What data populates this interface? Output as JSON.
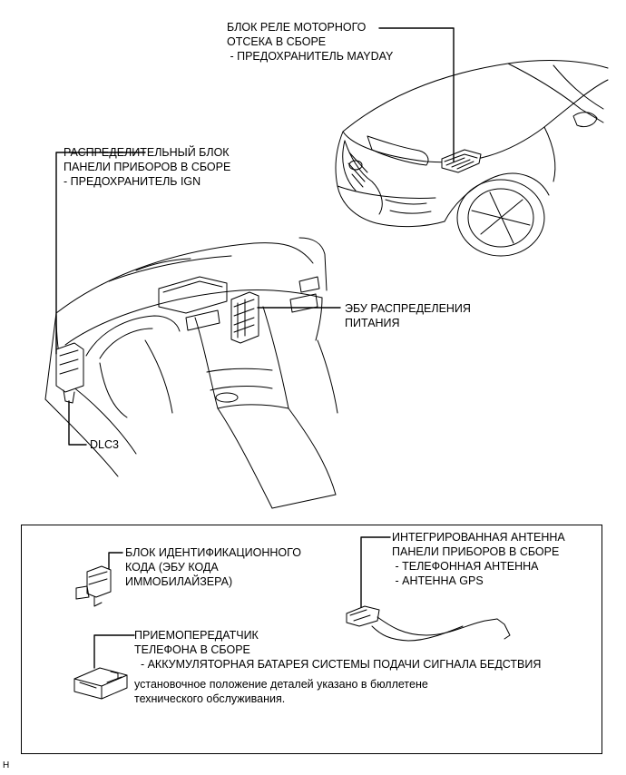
{
  "callouts": {
    "engine_relay_block": {
      "lines": [
        "БЛОК РЕЛЕ МОТОРНОГО",
        "ОТСЕКА В СБОРЕ",
        " - ПРЕДОХРАНИТЕЛЬ MAYDAY"
      ]
    },
    "instrument_junction_block": {
      "lines": [
        "РАСПРЕДЕЛИТЕЛЬНЫЙ БЛОК",
        "ПАНЕЛИ ПРИБОРОВ В СБОРЕ",
        "- ПРЕДОХРАНИТЕЛЬ IGN"
      ]
    },
    "power_distribution_ecu": {
      "lines": [
        "ЭБУ РАСПРЕДЕЛЕНИЯ",
        "ПИТАНИЯ"
      ]
    },
    "dlc3": {
      "lines": [
        "DLC3"
      ]
    },
    "id_code_box": {
      "lines": [
        "БЛОК ИДЕНТИФИКАЦИОННОГО",
        "КОДА (ЭБУ КОДА",
        "ИММОБИЛАЙЗЕРА)"
      ]
    },
    "integrated_antenna": {
      "lines": [
        "ИНТЕГРИРОВАННАЯ АНТЕННА",
        "ПАНЕЛИ ПРИБОРОВ В СБОРЕ",
        " - ТЕЛЕФОННАЯ АНТЕННА",
        " - АНТЕННА GPS"
      ]
    },
    "telephone_transceiver": {
      "lines": [
        "ПРИЕМОПЕРЕДАТЧИК",
        "ТЕЛЕФОНА В СБОРЕ",
        "  - АККУМУЛЯТОРНАЯ БАТАРЕЯ СИСТЕМЫ ПОДАЧИ СИГНАЛА БЕДСТВИЯ"
      ]
    },
    "note": {
      "lines": [
        "установочное положение деталей указано в бюллетене",
        "технического обслуживания."
      ]
    }
  },
  "footer_code": "H"
}
